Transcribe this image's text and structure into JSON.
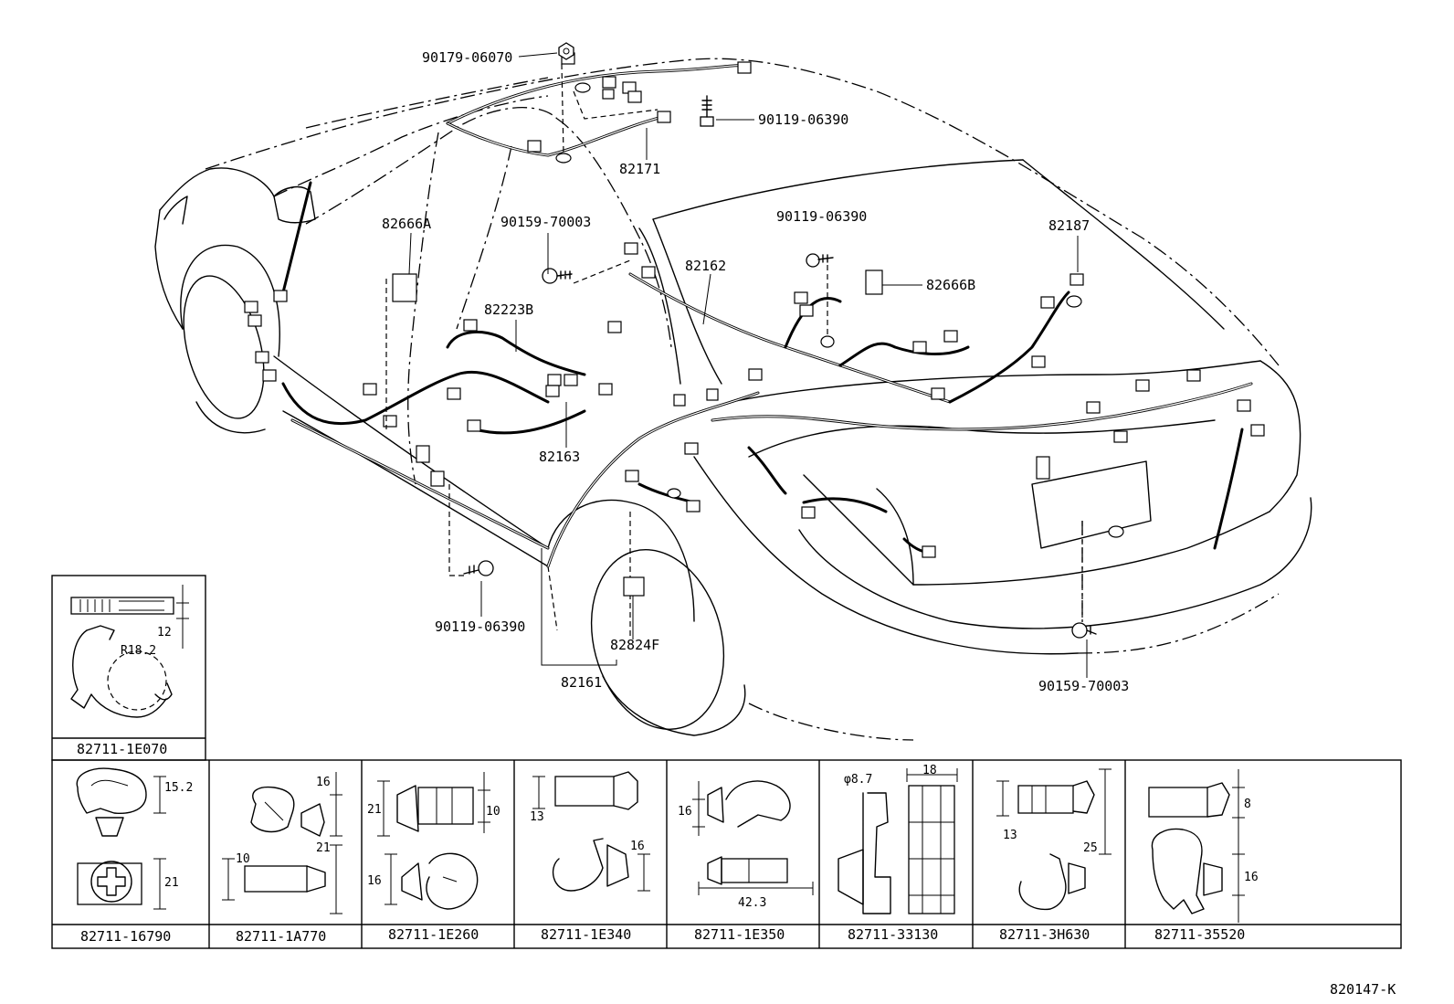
{
  "callouts": {
    "part_90179_06070": "90179-06070",
    "part_90119_06390_roof": "90119-06390",
    "part_82171": "82171",
    "part_82666A": "82666A",
    "part_90159_70003_pillar": "90159-70003",
    "part_90119_06390_rear": "90119-06390",
    "part_82187": "82187",
    "part_82162": "82162",
    "part_82666B": "82666B",
    "part_82223B": "82223B",
    "part_82163": "82163",
    "part_90119_06390_floor": "90119-06390",
    "part_82824F": "82824F",
    "part_82161": "82161",
    "part_90159_70003_bumper": "90159-70003"
  },
  "clamps": [
    {
      "part": "82711-1E070",
      "dims": [
        "12",
        "R18.2"
      ]
    },
    {
      "part": "82711-16790",
      "dims": [
        "15.2",
        "21"
      ]
    },
    {
      "part": "82711-1A770",
      "dims": [
        "16",
        "10",
        "21"
      ]
    },
    {
      "part": "82711-1E260",
      "dims": [
        "21",
        "10",
        "16"
      ]
    },
    {
      "part": "82711-1E340",
      "dims": [
        "13",
        "16"
      ]
    },
    {
      "part": "82711-1E350",
      "dims": [
        "16",
        "42.3"
      ]
    },
    {
      "part": "82711-33130",
      "dims": [
        "φ8.7",
        "18"
      ]
    },
    {
      "part": "82711-3H630",
      "dims": [
        "13",
        "25"
      ]
    },
    {
      "part": "82711-35520",
      "dims": [
        "8",
        "16"
      ]
    }
  ],
  "figure_code": "820147-K"
}
